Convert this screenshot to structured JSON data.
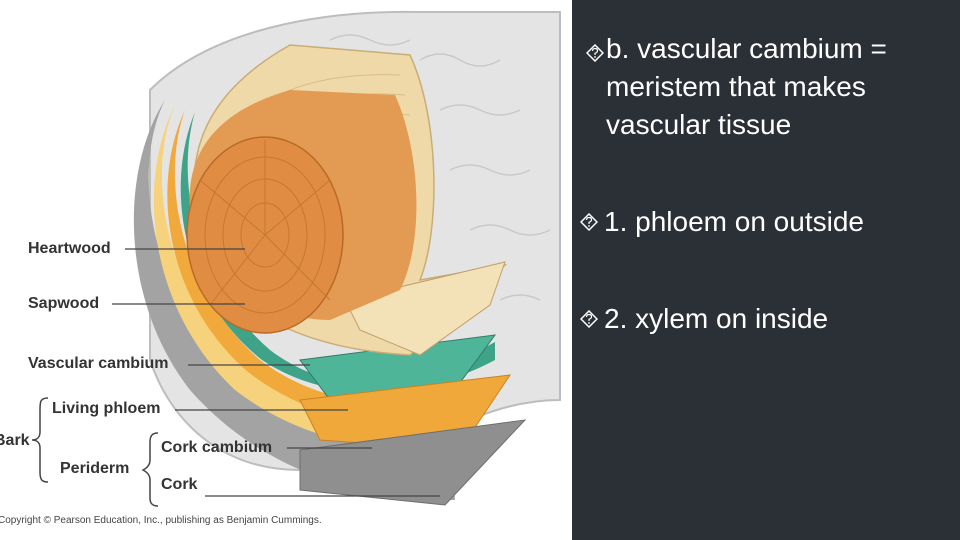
{
  "diagram": {
    "labels": {
      "heartwood": "Heartwood",
      "sapwood": "Sapwood",
      "vascular_cambium": "Vascular cambium",
      "living_phloem": "Living phloem",
      "bark": "Bark",
      "cork_cambium": "Cork cambium",
      "periderm": "Periderm",
      "cork": "Cork"
    },
    "credit": "Copyright © Pearson Education, Inc., publishing as Benjamin Cummings."
  },
  "slide": {
    "bullets": [
      {
        "icon": "diamond-bullet-icon",
        "text": "b. vascular cambium =\nmeristem that makes\nvascular tissue"
      },
      {
        "icon": "diamond-bullet-icon",
        "text": "1. phloem on outside"
      },
      {
        "icon": "diamond-bullet-icon",
        "text": "2. xylem on inside"
      }
    ]
  },
  "colors": {
    "panel_background": "#2b2f36",
    "text": "#ffffff",
    "heartwood": "#d9883e",
    "sapwood": "#f0d9a8",
    "cambium": "#3fa38a",
    "phloem": "#f2a93b",
    "cork": "#9a9a9a"
  }
}
